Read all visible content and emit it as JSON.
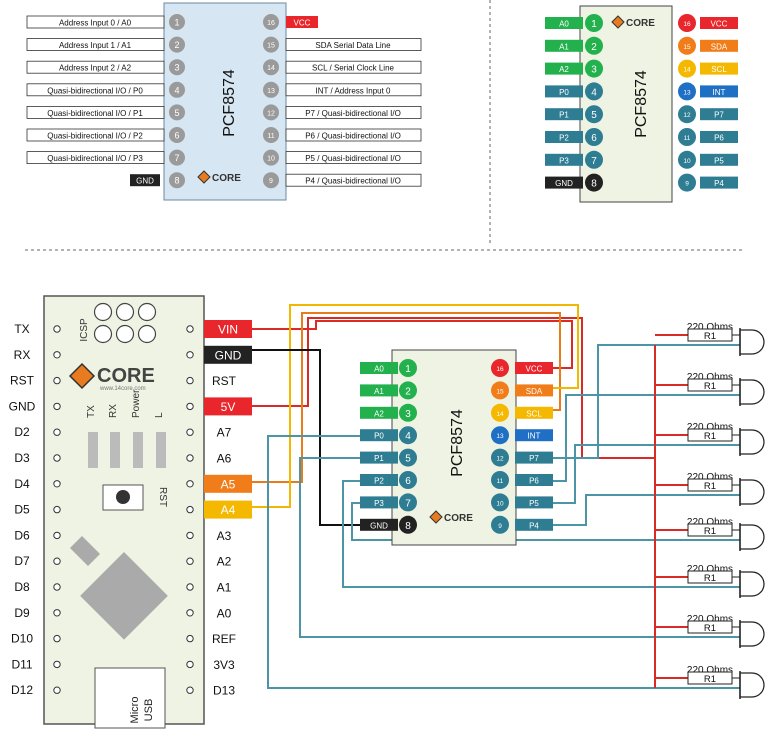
{
  "chip_name": "PCF8574",
  "brand": "CORE",
  "brand_site": "www.14core.com",
  "colors": {
    "chip_fill": "#d6e6f2",
    "chip_fill_bottom": "#eef3e3",
    "green": "#22b14c",
    "teal": "#2e7d93",
    "red": "#e8262c",
    "orange": "#f07d1a",
    "yellow": "#f5b800",
    "blue": "#1f6fc4",
    "dark": "#222222",
    "pin_gray": "#9a9a9a",
    "nano_fill": "#eef3e3",
    "wire_red": "#d92b25",
    "wire_yellow": "#f2b800",
    "wire_orange": "#e67c1c",
    "wire_black": "#111111",
    "wire_teal": "#4b95a6"
  },
  "pinout_table": {
    "left": [
      {
        "num": "1",
        "label": "Address Input 0 / A0"
      },
      {
        "num": "2",
        "label": "Address Input 1 / A1"
      },
      {
        "num": "3",
        "label": "Address Input 2 / A2"
      },
      {
        "num": "4",
        "label": "Quasi-bidirectional I/O / P0"
      },
      {
        "num": "5",
        "label": "Quasi-bidirectional I/O / P1"
      },
      {
        "num": "6",
        "label": "Quasi-bidirectional I/O / P2"
      },
      {
        "num": "7",
        "label": "Quasi-bidirectional I/O / P3"
      },
      {
        "num": "8",
        "label": "GND"
      }
    ],
    "right": [
      {
        "num": "16",
        "label": "VCC"
      },
      {
        "num": "15",
        "label": "SDA Serial Data Line"
      },
      {
        "num": "14",
        "label": "SCL / Serial Clock Line"
      },
      {
        "num": "13",
        "label": "INT / Address Input 0"
      },
      {
        "num": "12",
        "label": "P7 / Quasi-bidirectional I/O"
      },
      {
        "num": "11",
        "label": "P6 / Quasi-bidirectional I/O"
      },
      {
        "num": "10",
        "label": "P5 / Quasi-bidirectional I/O"
      },
      {
        "num": "9",
        "label": "P4 / Quasi-bidirectional I/O"
      }
    ]
  },
  "pin_chip": {
    "left": [
      {
        "num": "1",
        "label": "A0",
        "color": "green"
      },
      {
        "num": "2",
        "label": "A1",
        "color": "green"
      },
      {
        "num": "3",
        "label": "A2",
        "color": "green"
      },
      {
        "num": "4",
        "label": "P0",
        "color": "teal"
      },
      {
        "num": "5",
        "label": "P1",
        "color": "teal"
      },
      {
        "num": "6",
        "label": "P2",
        "color": "teal"
      },
      {
        "num": "7",
        "label": "P3",
        "color": "teal"
      },
      {
        "num": "8",
        "label": "GND",
        "color": "dark"
      }
    ],
    "right": [
      {
        "num": "16",
        "label": "VCC",
        "color": "red"
      },
      {
        "num": "15",
        "label": "SDA",
        "color": "orange"
      },
      {
        "num": "14",
        "label": "SCL",
        "color": "yellow"
      },
      {
        "num": "13",
        "label": "INT",
        "color": "blue"
      },
      {
        "num": "12",
        "label": "P7",
        "color": "teal"
      },
      {
        "num": "11",
        "label": "P6",
        "color": "teal"
      },
      {
        "num": "10",
        "label": "P5",
        "color": "teal"
      },
      {
        "num": "9",
        "label": "P4",
        "color": "teal"
      }
    ]
  },
  "nano": {
    "left_pins": [
      "TX",
      "RX",
      "RST",
      "GND",
      "D2",
      "D3",
      "D4",
      "D5",
      "D6",
      "D7",
      "D8",
      "D9",
      "D10",
      "D11",
      "D12"
    ],
    "right_pins": [
      {
        "label": "VIN",
        "style": "red"
      },
      {
        "label": "GND",
        "style": "dark"
      },
      {
        "label": "RST",
        "style": "plain"
      },
      {
        "label": "5V",
        "style": "red"
      },
      {
        "label": "A7",
        "style": "plain"
      },
      {
        "label": "A6",
        "style": "plain"
      },
      {
        "label": "A5",
        "style": "orange"
      },
      {
        "label": "A4",
        "style": "yellow"
      },
      {
        "label": "A3",
        "style": "plain"
      },
      {
        "label": "A2",
        "style": "plain"
      },
      {
        "label": "A1",
        "style": "plain"
      },
      {
        "label": "A0",
        "style": "plain"
      },
      {
        "label": "REF",
        "style": "plain"
      },
      {
        "label": "3V3",
        "style": "plain"
      },
      {
        "label": "D13",
        "style": "plain"
      }
    ],
    "icsp_label": "ICSP",
    "led_labels": [
      "TX",
      "RX",
      "Power",
      "L"
    ],
    "reset_label": "RST",
    "usb_label_1": "Micro",
    "usb_label_2": "USB"
  },
  "resistor": {
    "value_label": "220 Ohms",
    "name": "R1"
  }
}
